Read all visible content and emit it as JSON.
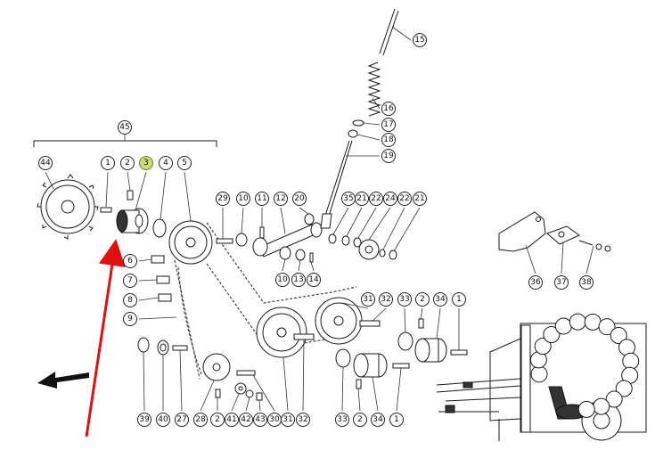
{
  "colors": {
    "line": "#1a1a1a",
    "highlight": "#c9d97a",
    "arrow_red": "#e01010"
  },
  "callouts": [
    {
      "id": "c45",
      "label": "45"
    },
    {
      "id": "c44",
      "label": "44"
    },
    {
      "id": "c1a",
      "label": "1"
    },
    {
      "id": "c2a",
      "label": "2"
    },
    {
      "id": "c3",
      "label": "3",
      "highlight": true
    },
    {
      "id": "c4",
      "label": "4"
    },
    {
      "id": "c5",
      "label": "5"
    },
    {
      "id": "c6",
      "label": "6"
    },
    {
      "id": "c7",
      "label": "7"
    },
    {
      "id": "c8",
      "label": "8"
    },
    {
      "id": "c9",
      "label": "9"
    },
    {
      "id": "c29",
      "label": "29"
    },
    {
      "id": "c10a",
      "label": "10"
    },
    {
      "id": "c11",
      "label": "11"
    },
    {
      "id": "c12",
      "label": "12"
    },
    {
      "id": "c20",
      "label": "20"
    },
    {
      "id": "c35",
      "label": "35"
    },
    {
      "id": "c21a",
      "label": "21"
    },
    {
      "id": "c22a",
      "label": "22"
    },
    {
      "id": "c24",
      "label": "24"
    },
    {
      "id": "c22b",
      "label": "22"
    },
    {
      "id": "c21b",
      "label": "21"
    },
    {
      "id": "c10b",
      "label": "10"
    },
    {
      "id": "c13",
      "label": "13"
    },
    {
      "id": "c14",
      "label": "14"
    },
    {
      "id": "c15",
      "label": "15"
    },
    {
      "id": "c16",
      "label": "16"
    },
    {
      "id": "c17",
      "label": "17"
    },
    {
      "id": "c18",
      "label": "18"
    },
    {
      "id": "c19",
      "label": "19"
    },
    {
      "id": "c31a",
      "label": "31"
    },
    {
      "id": "c32a",
      "label": "32"
    },
    {
      "id": "c33a",
      "label": "33"
    },
    {
      "id": "c2b",
      "label": "2"
    },
    {
      "id": "c34a",
      "label": "34"
    },
    {
      "id": "c1b",
      "label": "1"
    },
    {
      "id": "c36",
      "label": "36"
    },
    {
      "id": "c37",
      "label": "37"
    },
    {
      "id": "c38",
      "label": "38"
    },
    {
      "id": "c39",
      "label": "39"
    },
    {
      "id": "c40",
      "label": "40"
    },
    {
      "id": "c27",
      "label": "27"
    },
    {
      "id": "c28",
      "label": "28"
    },
    {
      "id": "c2c",
      "label": "2"
    },
    {
      "id": "c41",
      "label": "41"
    },
    {
      "id": "c42",
      "label": "42"
    },
    {
      "id": "c43",
      "label": "43"
    },
    {
      "id": "c30",
      "label": "30"
    },
    {
      "id": "c31b",
      "label": "31"
    },
    {
      "id": "c32b",
      "label": "32"
    },
    {
      "id": "c33b",
      "label": "33"
    },
    {
      "id": "c2d",
      "label": "2"
    },
    {
      "id": "c34b",
      "label": "34"
    },
    {
      "id": "c1c",
      "label": "1"
    }
  ]
}
